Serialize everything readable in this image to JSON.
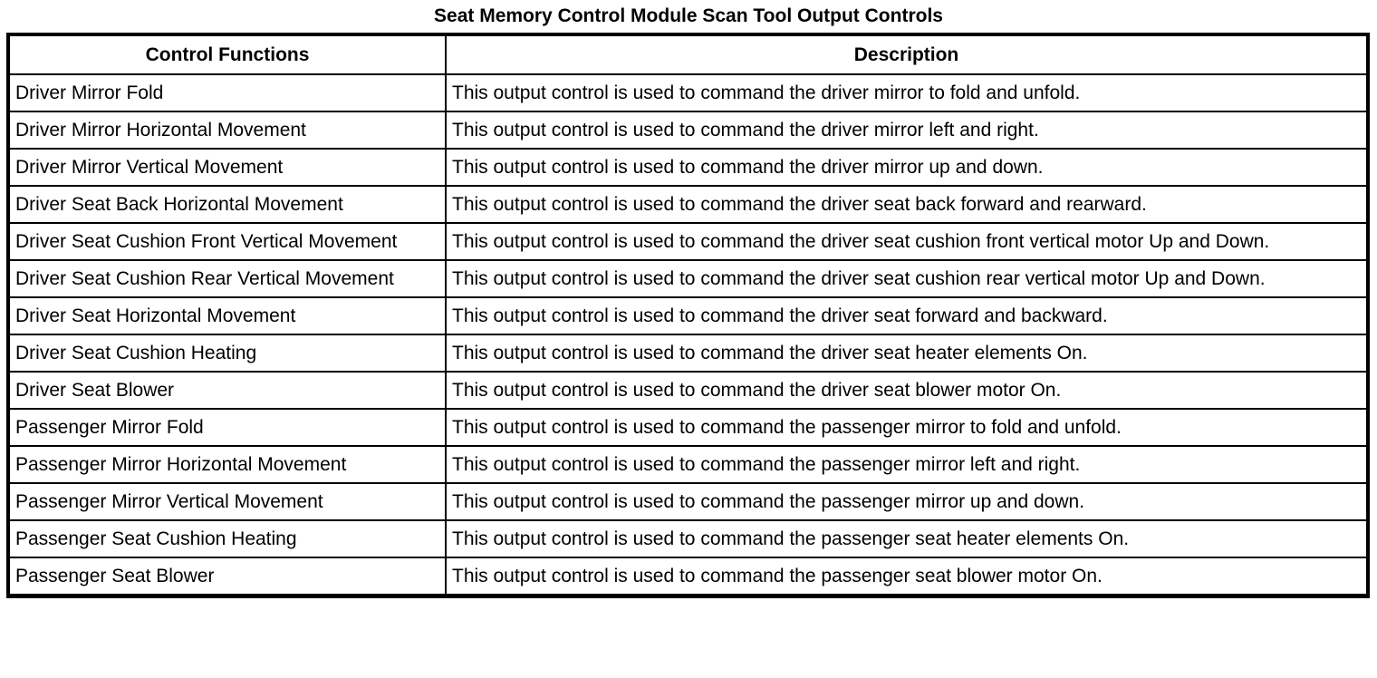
{
  "title": "Seat Memory Control Module Scan Tool Output Controls",
  "table": {
    "headers": [
      "Control Functions",
      "Description"
    ],
    "rows": [
      {
        "control": "Driver Mirror Fold",
        "description": "This output control is used to command the driver mirror to fold and unfold."
      },
      {
        "control": "Driver Mirror Horizontal Movement",
        "description": "This output control is used to command the driver mirror left and right."
      },
      {
        "control": "Driver Mirror Vertical Movement",
        "description": "This output control is used to command the driver mirror up and down."
      },
      {
        "control": "Driver Seat Back Horizontal Movement",
        "description": "This output control is used to command the driver seat back forward and rearward."
      },
      {
        "control": "Driver Seat Cushion Front Vertical Movement",
        "description": "This output control is used to command the driver seat cushion front vertical motor Up and Down."
      },
      {
        "control": "Driver Seat Cushion Rear Vertical Movement",
        "description": "This output control is used to command the driver seat cushion rear vertical motor Up and Down."
      },
      {
        "control": "Driver Seat Horizontal Movement",
        "description": "This output control is used to command the driver seat forward and backward."
      },
      {
        "control": "Driver Seat Cushion Heating",
        "description": "This output control is used to command the driver seat heater elements On."
      },
      {
        "control": "Driver Seat Blower",
        "description": "This output control is used to command the driver seat blower motor On."
      },
      {
        "control": "Passenger Mirror Fold",
        "description": "This output control is used to command the passenger mirror to fold and unfold."
      },
      {
        "control": "Passenger Mirror Horizontal Movement",
        "description": "This output control is used to command the passenger mirror left and right."
      },
      {
        "control": "Passenger Mirror Vertical Movement",
        "description": "This output control is used to command the passenger mirror up and down."
      },
      {
        "control": "Passenger Seat Cushion Heating",
        "description": "This output control is used to command the passenger seat heater elements On."
      },
      {
        "control": "Passenger Seat Blower",
        "description": "This output control is used to command the passenger seat blower motor On."
      }
    ]
  }
}
